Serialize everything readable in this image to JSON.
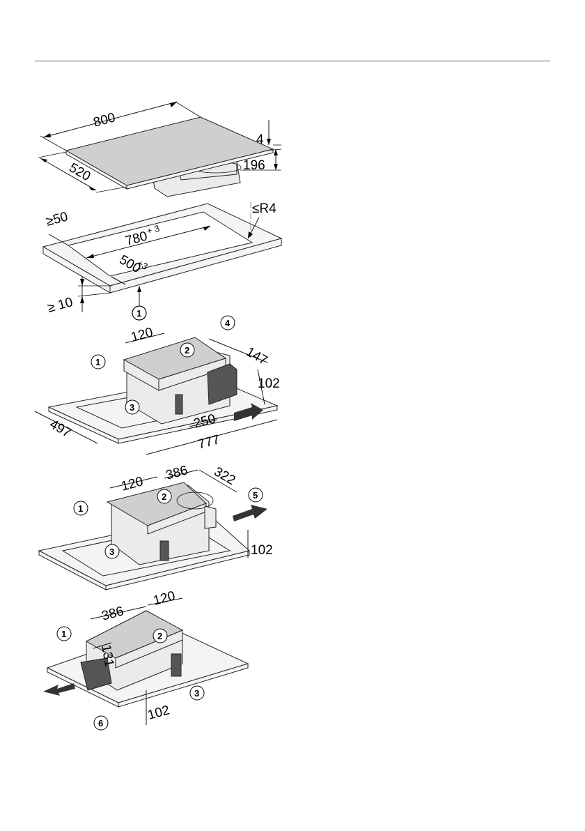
{
  "figure_1": {
    "width": "800",
    "depth": "520",
    "glass": "4",
    "height": "196"
  },
  "figure_2": {
    "edge_back": "≥50",
    "cut_width": "780",
    "cut_width_tol": "+ 3",
    "cut_depth": "500",
    "cut_depth_tol": "+3",
    "radius": "≤R4",
    "thickness": "≥ 10",
    "callout": "1"
  },
  "figure_3": {
    "offset": "120",
    "depth_a": "147",
    "height": "102",
    "width_mid": "250",
    "width_total": "777",
    "depth_total": "497",
    "callouts": [
      "1",
      "2",
      "3",
      "4"
    ]
  },
  "figure_4": {
    "offset": "120",
    "width": "386",
    "depth": "322",
    "height": "102",
    "callouts": [
      "1",
      "2",
      "3",
      "5"
    ]
  },
  "figure_5": {
    "width": "386",
    "offset": "120",
    "depth": "131",
    "height": "102",
    "callouts": [
      "1",
      "2",
      "3",
      "6"
    ]
  }
}
